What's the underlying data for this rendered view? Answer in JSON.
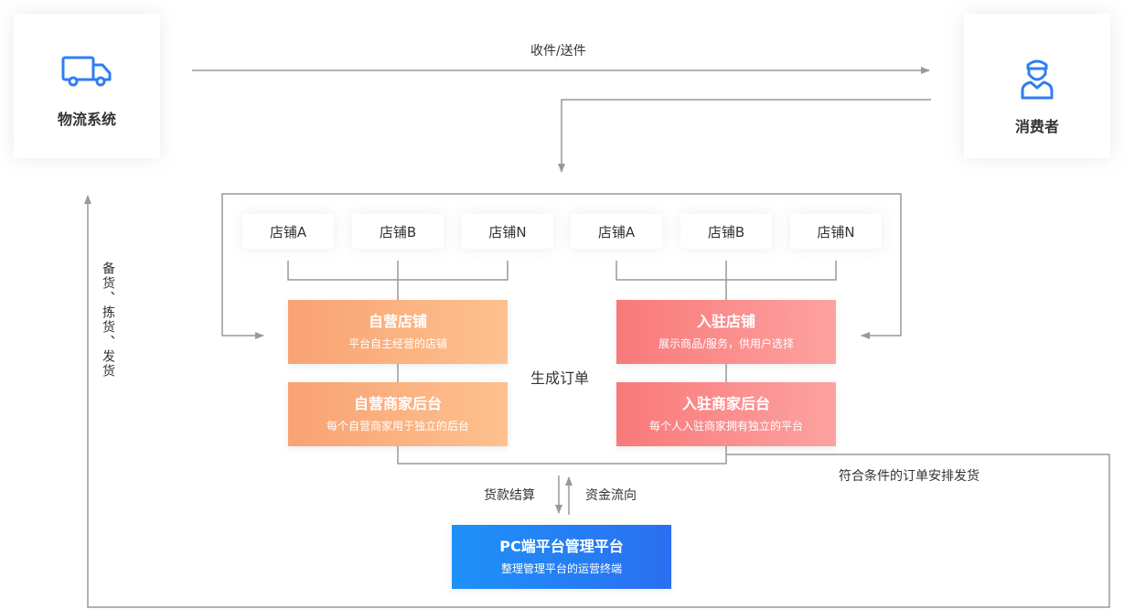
{
  "nodes": {
    "logistics": "物流系统",
    "consumer": "消费者"
  },
  "stores": [
    "店铺A",
    "店铺B",
    "店铺N",
    "店铺A",
    "店铺B",
    "店铺N"
  ],
  "boxes": {
    "self_store": {
      "title": "自营店铺",
      "subtitle": "平台自主经营的店铺"
    },
    "self_backend": {
      "title": "自营商家后台",
      "subtitle": "每个自营商家用于独立的后台"
    },
    "settled_store": {
      "title": "入驻店铺",
      "subtitle": "展示商品/服务，供用户选择"
    },
    "settled_backend": {
      "title": "入驻商家后台",
      "subtitle": "每个人入驻商家拥有独立的平台"
    },
    "pc_platform": {
      "title": "PC端平台管理平台",
      "subtitle": "整理管理平台的运营终端"
    }
  },
  "labels": {
    "receive_send": "收件/送件",
    "generate_order": "生成订单",
    "payment_settle": "货款结算",
    "fund_flow": "资金流向",
    "ship_condition": "符合条件的订单安排发货",
    "stock_pick_ship": "备货、拣货、发货"
  },
  "colors": {
    "icon_blue": "#2f7ef0",
    "line_gray": "#999999",
    "self_gradient": [
      "#f9a272",
      "#fdc18f"
    ],
    "settled_gradient": [
      "#f9797a",
      "#fca2a0"
    ],
    "pc_gradient": [
      "#1e91f8",
      "#2a6ff0"
    ]
  },
  "icons": [
    "truck-icon",
    "person-icon"
  ]
}
